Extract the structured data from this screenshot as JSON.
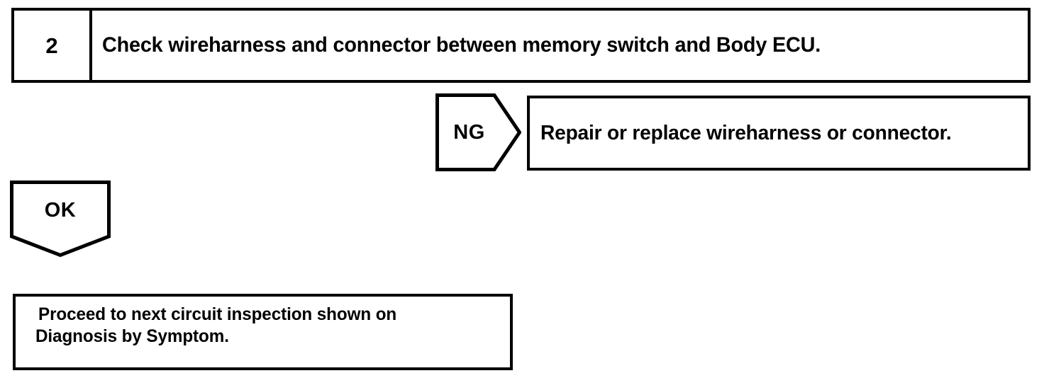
{
  "diagram": {
    "title": "Troubleshooting flow chart step 2",
    "type": "flowchart",
    "line_color": "#000000",
    "background_color": "#ffffff"
  },
  "step": {
    "number": "2",
    "instruction": "Check wireharness and connector between memory switch and Body ECU."
  },
  "branch_ng": {
    "label": "NG",
    "shape": "pentagon-arrow-right",
    "result": "Repair or replace wireharness or connector."
  },
  "branch_ok": {
    "label": "OK",
    "shape": "pentagon-arrow-down",
    "result_line_1": "Proceed to next circuit inspection shown on",
    "result_line_2": "Diagnosis by Symptom."
  }
}
